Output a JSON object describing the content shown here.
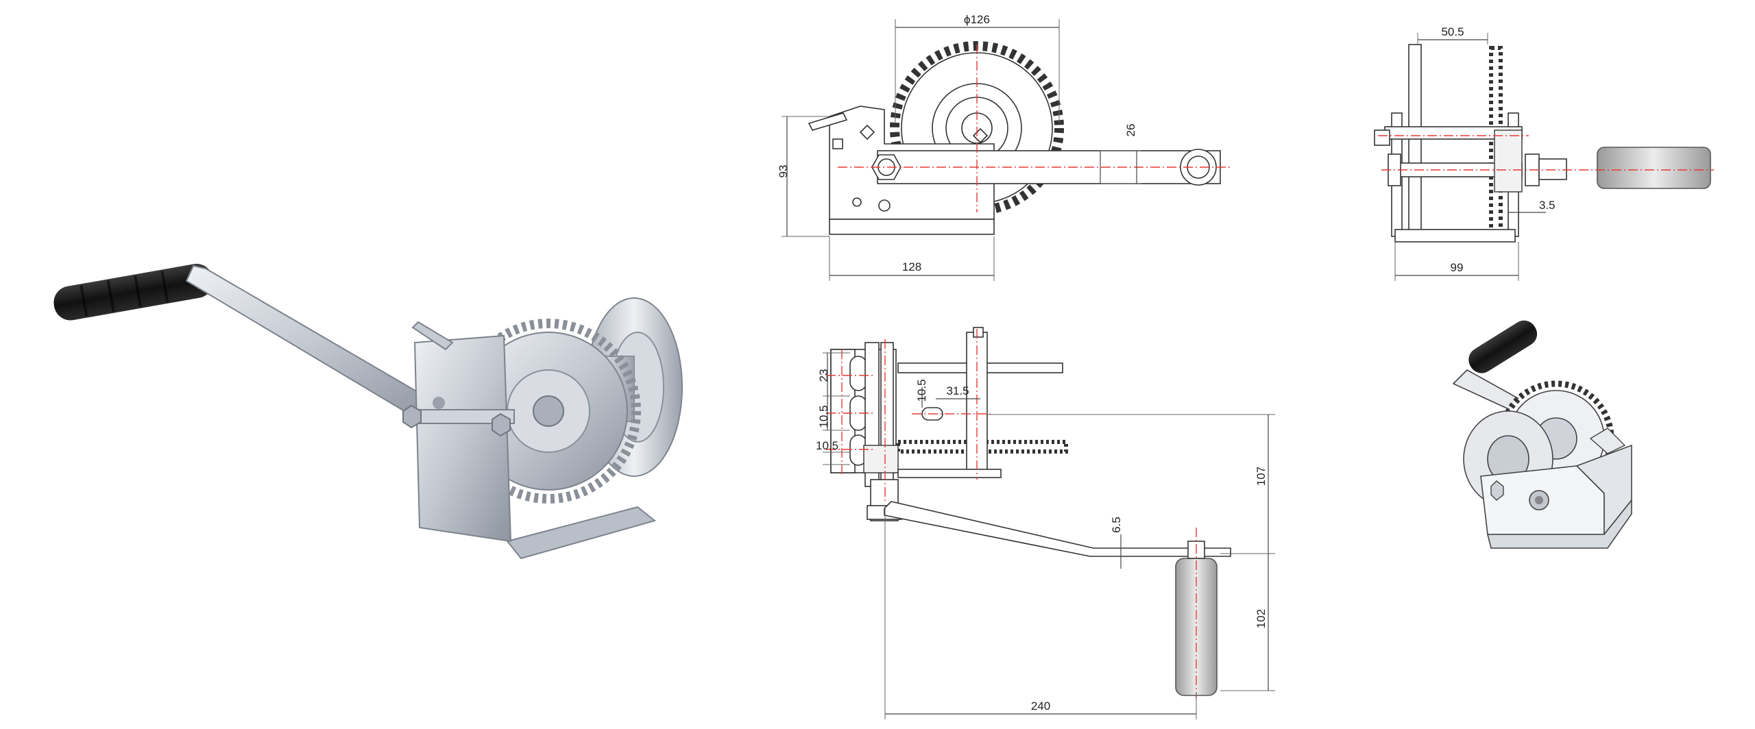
{
  "product": {
    "name": "hand-winch",
    "colors": {
      "zinc": "#c9ced6",
      "zinc_dark": "#8a9099",
      "grip": "#1b1b1b",
      "centerline": "#e53935",
      "line": "#333333"
    }
  },
  "views": {
    "front": {
      "dims": {
        "gear_diameter": "ϕ126",
        "height": "93",
        "width": "128",
        "arm_width": "26"
      }
    },
    "side": {
      "dims": {
        "drum_width": "50.5",
        "total_width": "99",
        "gap": "3.5"
      }
    },
    "top": {
      "dims": {
        "slot_a": "23",
        "slot_b": "10.5",
        "slot_c": "10.5",
        "offset_v": "10.5",
        "offset_h": "31.5",
        "crank_drop": "107",
        "arm_thickness": "6.5",
        "grip_length": "102",
        "crank_radius": "240"
      }
    }
  }
}
